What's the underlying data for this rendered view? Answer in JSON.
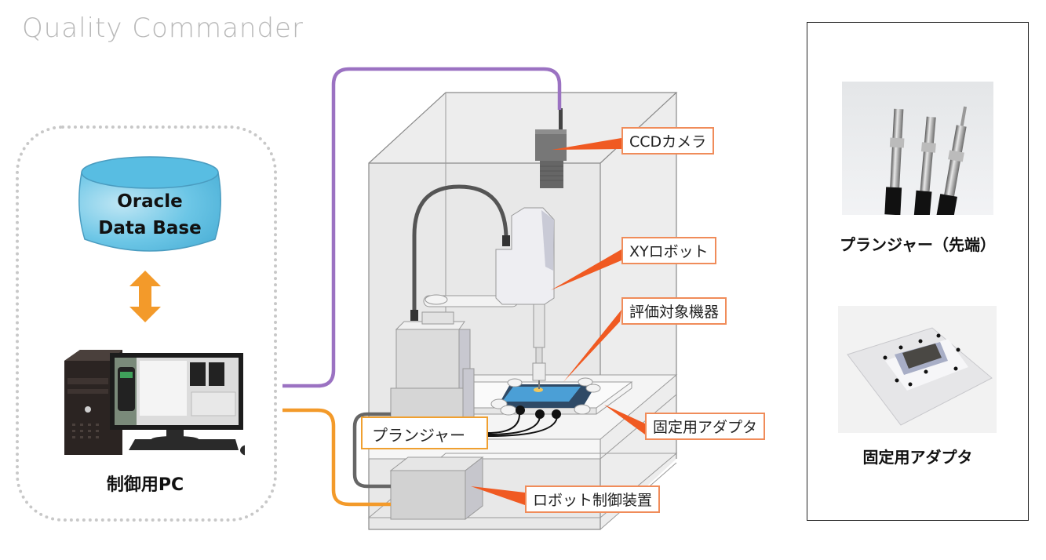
{
  "brand": {
    "title": "Quality Commander"
  },
  "left_group": {
    "database_label_line1": "Oracle",
    "database_label_line2": "Data Base",
    "pc_label": "制御用PC",
    "arrow": "bidirectional-arrow"
  },
  "system_diagram": {
    "callouts": {
      "ccd_camera": "CCDカメラ",
      "xy_robot": "XYロボット",
      "target_device": "評価対象機器",
      "fixing_adapter": "固定用アダプタ",
      "plunger": "プランジャー",
      "robot_controller": "ロボット制御装置"
    },
    "cables": {
      "camera_cable_color": "#9b72c2",
      "controller_cable_color": "#f39a2a",
      "robot_cable_color": "#666666"
    },
    "callout_border_color": "#f08c5a",
    "leader_color": "#f05a22"
  },
  "side_panel": {
    "items": [
      {
        "caption": "プランジャー（先端）",
        "image": "plunger-tips-photo"
      },
      {
        "caption": "固定用アダプタ",
        "image": "fixing-adapter-photo"
      }
    ]
  },
  "colors": {
    "database_fill": "#5bbde0",
    "arrow_fill": "#f39a2a",
    "enclosure_fill": "#e6e6e6"
  }
}
